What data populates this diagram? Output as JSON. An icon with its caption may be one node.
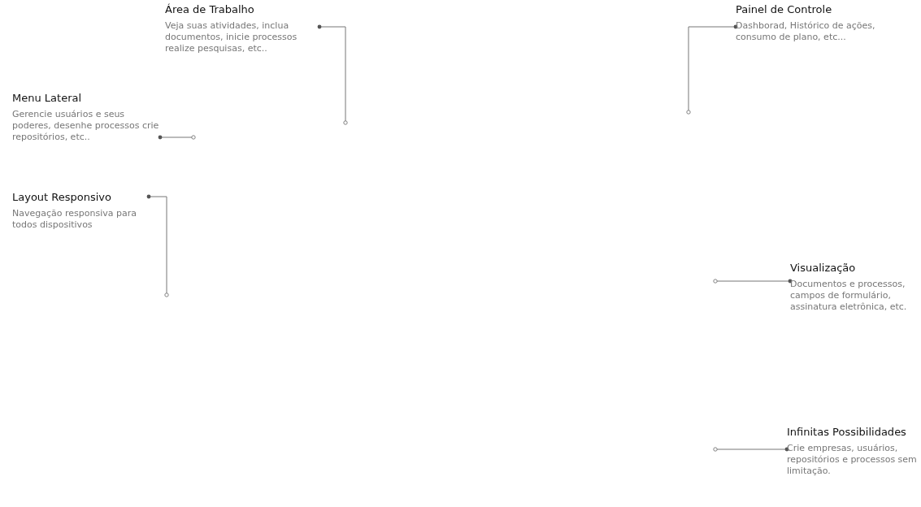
{
  "diagram": {
    "nodes": [
      {
        "text": [
          "Área de Trabalho",
          "Veja suas atividades, inclua documentos, inicie processos realize pesquisas, etc.."
        ]
      },
      {
        "text": [
          "Painel de Controle",
          "Dashborad, Histórico de ações, consumo de plano, etc..."
        ]
      },
      {
        "text": [
          "Menu Lateral",
          "Gerencie usuários e seus poderes, desenhe processos crie repositórios, etc.."
        ]
      },
      {
        "text": [
          "Layout Responsivo",
          "Navegação responsiva para todos dispositivos"
        ]
      },
      {
        "text": [
          "Visualização",
          "Documentos e processos, campos de formulário, assinatura eletrônica, etc."
        ]
      },
      {
        "text": [
          "Infinitas Possibilidades",
          "Crie empresas, usuários, repositórios e processos sem limitação."
        ]
      }
    ],
    "edges": [
      {
        "from": 0,
        "to": null,
        "arrow": "other"
      },
      {
        "from": 1,
        "to": null,
        "arrow": "other"
      },
      {
        "from": 2,
        "to": null,
        "arrow": "other"
      },
      {
        "from": 3,
        "to": null,
        "arrow": "other"
      },
      {
        "from": 4,
        "to": null,
        "arrow": "other"
      },
      {
        "from": 5,
        "to": null,
        "arrow": "other"
      }
    ]
  }
}
